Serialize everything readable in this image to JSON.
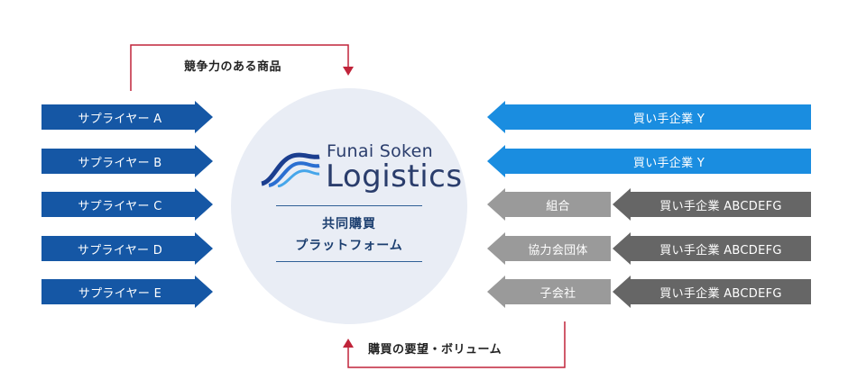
{
  "top_feedback": {
    "label": "競争力のある商品"
  },
  "bottom_feedback": {
    "label": "購買の要望・ボリューム"
  },
  "suppliers": [
    "サプライヤー A",
    "サプライヤー B",
    "サプライヤー C",
    "サプライヤー D",
    "サプライヤー E"
  ],
  "buyers_direct": [
    "買い手企業 Y",
    "買い手企業 Y"
  ],
  "groups": [
    {
      "group": "組合",
      "buyer": "買い手企業 ABCDEFG"
    },
    {
      "group": "協力会団体",
      "buyer": "買い手企業 ABCDEFG"
    },
    {
      "group": "子会社",
      "buyer": "買い手企業 ABCDEFG"
    }
  ],
  "brand": {
    "top": "Funai Soken",
    "main": "Logistics"
  },
  "platform": {
    "line1": "共同購買",
    "line2": "プラットフォーム"
  },
  "colors": {
    "supplier_arrow": "#1557a5",
    "buyer_direct_arrow": "#1a8de0",
    "group_arrow": "#9a9a9a",
    "buyer_group_arrow": "#666666",
    "feedback_line": "#c0243a",
    "circle": "#e9edf5",
    "brand": "#2a3d6c"
  }
}
